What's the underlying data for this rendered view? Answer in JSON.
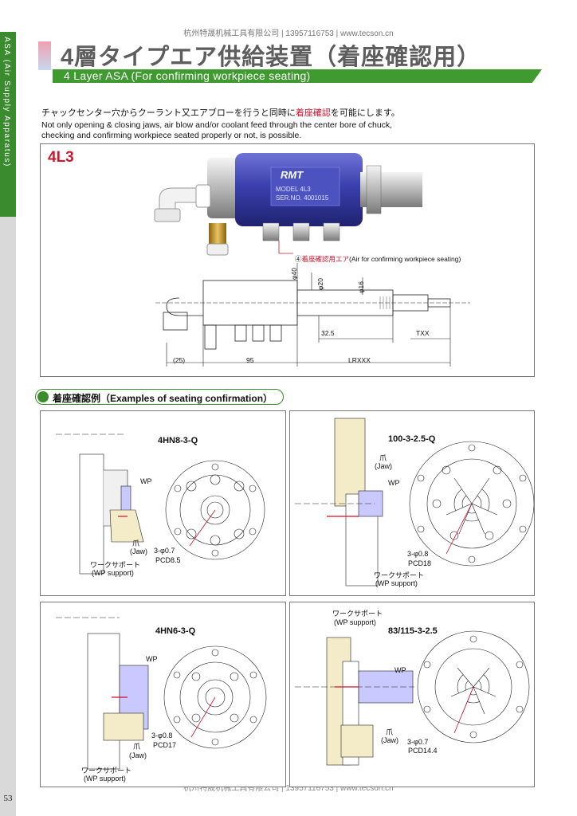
{
  "side": {
    "tab_text": "ASA (Air Supply Apparatus)",
    "page_number": "53"
  },
  "header": {
    "company_line": "杭州特晟机械工具有限公司 | 13957116753 | www.tecson.cn"
  },
  "footer": {
    "company_line": "杭州特晟机械工具有限公司 | 13957116753 | www.tecson.cn"
  },
  "title": {
    "jp": "4層タイプエア供給装置（着座確認用）",
    "en": "4 Layer ASA (For confirming workpiece seating)"
  },
  "description": {
    "jp_before": "チャックセンター穴からクーラント又エアブローを行うと同時に",
    "jp_highlight": "着座確認",
    "jp_after": "を可能にします。",
    "en_line1": "Not only opening & closing jaws, air blow and/or coolant feed through the center bore of chuck,",
    "en_line2": "checking and confirming workpiece seated properly or not, is possible."
  },
  "product": {
    "model": "4L3",
    "nameplate": {
      "brand": "RMT",
      "model_line": "MODEL  4L3",
      "serial_line": "SER.NO.  4001015"
    },
    "callout_num": "④",
    "callout_jp": "着座確認用エア",
    "callout_en": "(Air for confirming workpiece seating)",
    "dimensions": {
      "d40": "φ40",
      "d20": "φ20",
      "d16": "φ16",
      "len_32_5": "32.5",
      "txx": "TXX",
      "len_25": "(25)",
      "len_95": "95",
      "lrxxx": "LRXXX"
    }
  },
  "section": {
    "title": "着座確認例（Examples of seating confirmation）"
  },
  "examples": [
    {
      "model": "4HN8-3-Q",
      "wp": "WP",
      "jaw_jp": "爪",
      "jaw_en": "(Jaw)",
      "holes": "3-φ0.7",
      "pcd": "PCD8.5",
      "support_jp": "ワークサポート",
      "support_en": "(WP support)"
    },
    {
      "model": "100-3-2.5-Q",
      "wp": "WP",
      "jaw_jp": "爪",
      "jaw_en": "(Jaw)",
      "holes": "3-φ0.8",
      "pcd": "PCD18",
      "support_jp": "ワークサポート",
      "support_en": "(WP support)"
    },
    {
      "model": "4HN6-3-Q",
      "wp": "WP",
      "jaw_jp": "爪",
      "jaw_en": "(Jaw)",
      "holes": "3-φ0.8",
      "pcd": "PCD17",
      "support_jp": "ワークサポート",
      "support_en": "(WP support)"
    },
    {
      "model": "83/115-3-2.5",
      "wp": "WP",
      "jaw_jp": "爪",
      "jaw_en": "(Jaw)",
      "holes": "3-φ0.7",
      "pcd": "PCD14.4",
      "support_jp": "ワークサポート",
      "support_en": "(WP support)"
    }
  ],
  "colors": {
    "accent_green": "#3f9a30",
    "highlight_red": "#d0102c",
    "product_blue": "#3a3fae",
    "fitting_gold": "#c8a030",
    "section_cream": "#f4ecc8"
  }
}
